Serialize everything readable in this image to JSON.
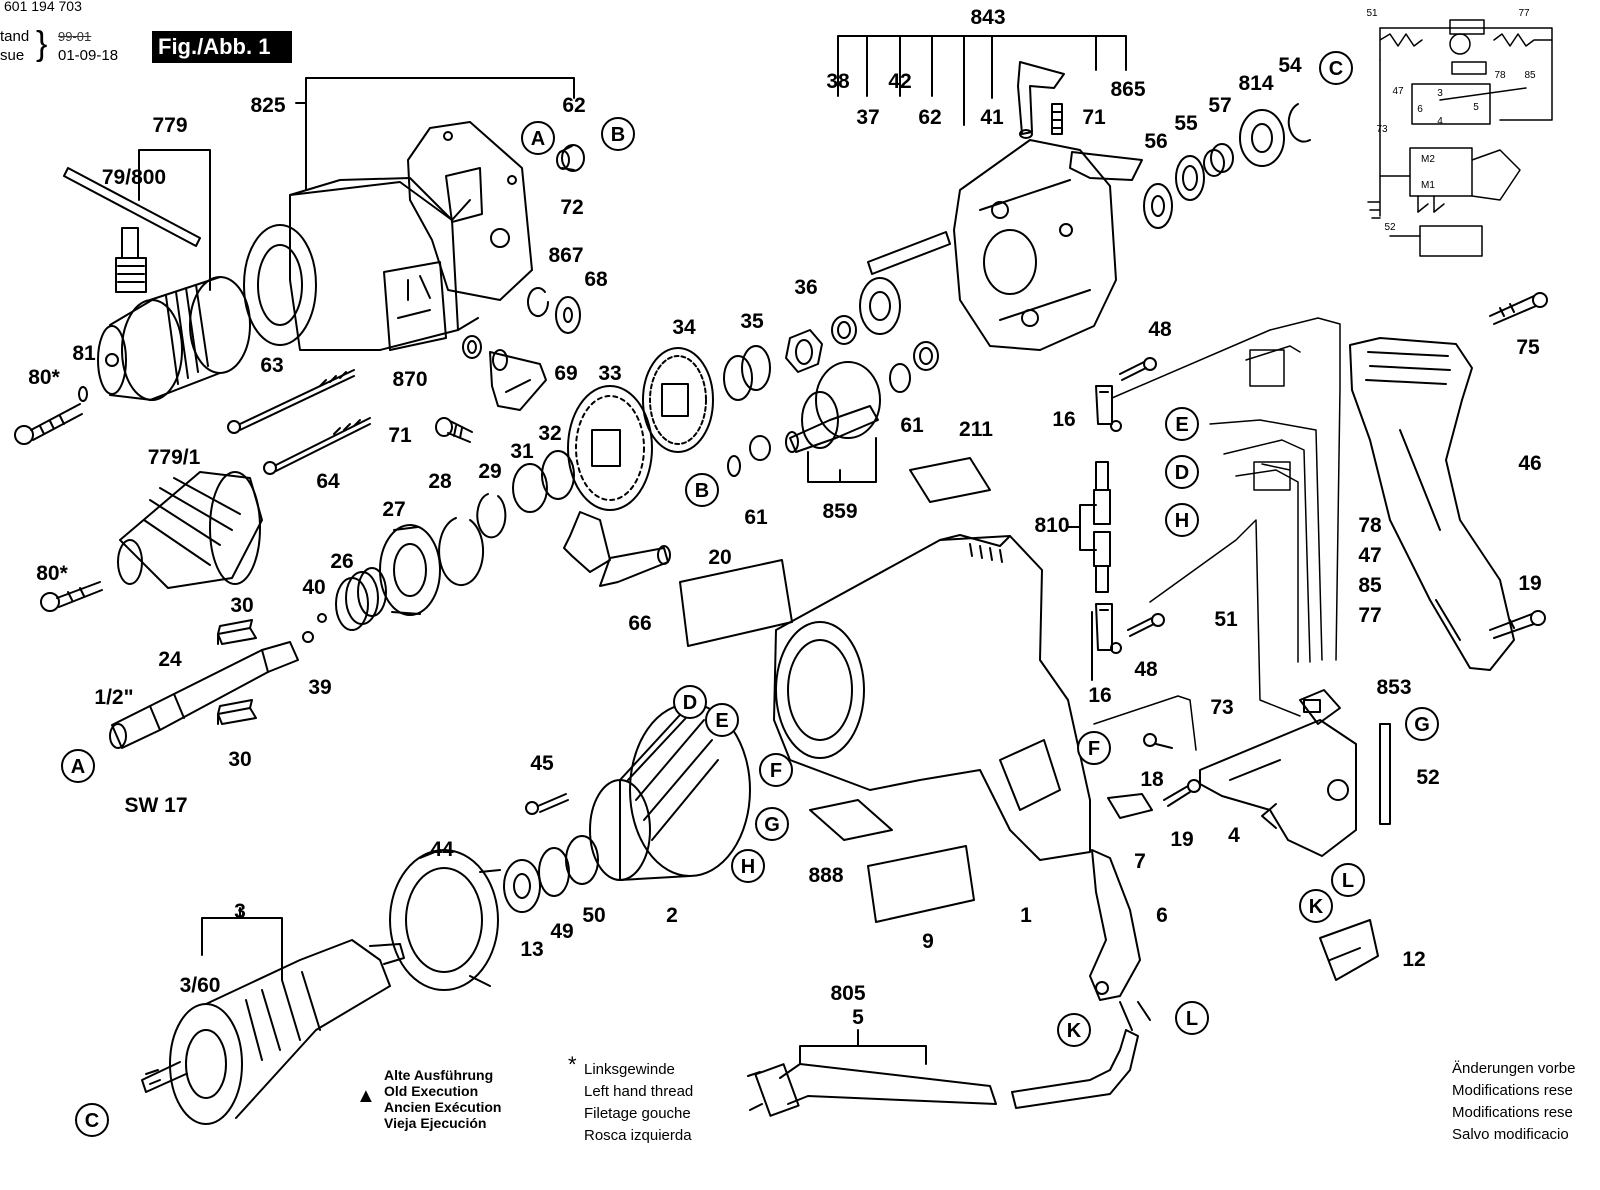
{
  "header": {
    "doc_number": "601 194 703",
    "stand_label": "tand",
    "issue_label": "sue",
    "struck_code": "99-01",
    "date": "01-09-18",
    "figure_title": "Fig./Abb. 1"
  },
  "callouts": [
    {
      "id": "843",
      "text": "843"
    },
    {
      "id": "38",
      "text": "38"
    },
    {
      "id": "42",
      "text": "42"
    },
    {
      "id": "865",
      "text": "865"
    },
    {
      "id": "37",
      "text": "37"
    },
    {
      "id": "62a",
      "text": "62"
    },
    {
      "id": "41",
      "text": "41"
    },
    {
      "id": "71a",
      "text": "71"
    },
    {
      "id": "54",
      "text": "54"
    },
    {
      "id": "814",
      "text": "814"
    },
    {
      "id": "57",
      "text": "57"
    },
    {
      "id": "55",
      "text": "55"
    },
    {
      "id": "56",
      "text": "56"
    },
    {
      "id": "825",
      "text": "825"
    },
    {
      "id": "62b",
      "text": "62"
    },
    {
      "id": "779",
      "text": "779"
    },
    {
      "id": "79_800",
      "text": "79/800"
    },
    {
      "id": "72",
      "text": "72"
    },
    {
      "id": "867",
      "text": "867"
    },
    {
      "id": "68",
      "text": "68"
    },
    {
      "id": "36",
      "text": "36"
    },
    {
      "id": "48a",
      "text": "48"
    },
    {
      "id": "75",
      "text": "75"
    },
    {
      "id": "81",
      "text": "81"
    },
    {
      "id": "80a",
      "text": "80*"
    },
    {
      "id": "63",
      "text": "63"
    },
    {
      "id": "870",
      "text": "870"
    },
    {
      "id": "69",
      "text": "69"
    },
    {
      "id": "33",
      "text": "33"
    },
    {
      "id": "34",
      "text": "34"
    },
    {
      "id": "35",
      "text": "35"
    },
    {
      "id": "61a",
      "text": "61"
    },
    {
      "id": "16a",
      "text": "16"
    },
    {
      "id": "71b",
      "text": "71"
    },
    {
      "id": "64",
      "text": "64"
    },
    {
      "id": "29",
      "text": "29"
    },
    {
      "id": "31",
      "text": "31"
    },
    {
      "id": "32",
      "text": "32"
    },
    {
      "id": "211",
      "text": "211"
    },
    {
      "id": "46",
      "text": "46"
    },
    {
      "id": "779_1",
      "text": "779/1"
    },
    {
      "id": "28",
      "text": "28"
    },
    {
      "id": "27",
      "text": "27"
    },
    {
      "id": "61b",
      "text": "61"
    },
    {
      "id": "859",
      "text": "859"
    },
    {
      "id": "810",
      "text": "810"
    },
    {
      "id": "78",
      "text": "78"
    },
    {
      "id": "47",
      "text": "47"
    },
    {
      "id": "85",
      "text": "85"
    },
    {
      "id": "77",
      "text": "77"
    },
    {
      "id": "80b",
      "text": "80*"
    },
    {
      "id": "20",
      "text": "20"
    },
    {
      "id": "26",
      "text": "26"
    },
    {
      "id": "19a",
      "text": "19"
    },
    {
      "id": "40",
      "text": "40"
    },
    {
      "id": "30a",
      "text": "30"
    },
    {
      "id": "66",
      "text": "66"
    },
    {
      "id": "51",
      "text": "51"
    },
    {
      "id": "24",
      "text": "24"
    },
    {
      "id": "39",
      "text": "39"
    },
    {
      "id": "48b",
      "text": "48"
    },
    {
      "id": "16b",
      "text": "16"
    },
    {
      "id": "853",
      "text": "853"
    },
    {
      "id": "half_inch",
      "text": "1/2\""
    },
    {
      "id": "73",
      "text": "73"
    },
    {
      "id": "45",
      "text": "45"
    },
    {
      "id": "30b",
      "text": "30"
    },
    {
      "id": "sw17",
      "text": "SW 17"
    },
    {
      "id": "18",
      "text": "18"
    },
    {
      "id": "52",
      "text": "52"
    },
    {
      "id": "19b",
      "text": "19"
    },
    {
      "id": "4",
      "text": "4"
    },
    {
      "id": "7",
      "text": "7"
    },
    {
      "id": "888",
      "text": "888"
    },
    {
      "id": "44",
      "text": "44"
    },
    {
      "id": "50",
      "text": "50"
    },
    {
      "id": "2",
      "text": "2"
    },
    {
      "id": "1",
      "text": "1"
    },
    {
      "id": "6",
      "text": "6"
    },
    {
      "id": "3",
      "text": "3"
    },
    {
      "id": "49",
      "text": "49"
    },
    {
      "id": "13",
      "text": "13"
    },
    {
      "id": "9",
      "text": "9"
    },
    {
      "id": "12",
      "text": "12"
    },
    {
      "id": "3_60",
      "text": "3/60"
    },
    {
      "id": "805",
      "text": "805"
    },
    {
      "id": "5",
      "text": "5"
    }
  ],
  "connectors": [
    {
      "id": "A_top",
      "text": "A"
    },
    {
      "id": "B_top",
      "text": "B"
    },
    {
      "id": "C_top",
      "text": "C"
    },
    {
      "id": "E_wire",
      "text": "E"
    },
    {
      "id": "D_wire",
      "text": "D"
    },
    {
      "id": "H_wire",
      "text": "H"
    },
    {
      "id": "B_mid",
      "text": "B"
    },
    {
      "id": "A_left",
      "text": "A"
    },
    {
      "id": "D_stator",
      "text": "D"
    },
    {
      "id": "E_stator",
      "text": "E"
    },
    {
      "id": "F_stator",
      "text": "F"
    },
    {
      "id": "G_stator",
      "text": "G"
    },
    {
      "id": "H_stator",
      "text": "H"
    },
    {
      "id": "F_sw",
      "text": "F"
    },
    {
      "id": "G_sw",
      "text": "G"
    },
    {
      "id": "L_sw",
      "text": "L"
    },
    {
      "id": "K_sw",
      "text": "K"
    },
    {
      "id": "K_cord",
      "text": "K"
    },
    {
      "id": "L_cord",
      "text": "L"
    },
    {
      "id": "C_bottom",
      "text": "C"
    }
  ],
  "wiring_labels": [
    "51",
    "77",
    "47",
    "78",
    "85",
    "3",
    "6",
    "5",
    "4",
    "73",
    "M2",
    "M1",
    "52"
  ],
  "legend_old_execution": {
    "symbol": "▲",
    "lines": [
      "Alte Ausführung",
      "Old Execution",
      "Ancien Exécution",
      "Vieja Ejecución"
    ]
  },
  "legend_left_thread": {
    "symbol": "*",
    "lines": [
      "Linksgewinde",
      "Left hand thread",
      "Filetage gouche",
      "Rosca izquierda"
    ]
  },
  "legend_changes": {
    "lines": [
      "Änderungen vorbe",
      "Modifications rese",
      "Modifications rese",
      "Salvo modificacio"
    ]
  }
}
